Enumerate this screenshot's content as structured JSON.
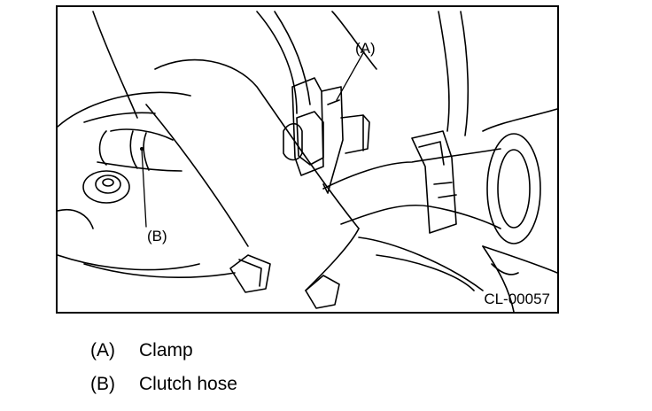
{
  "figure": {
    "callouts": {
      "a": "(A)",
      "b": "(B)"
    },
    "figure_code": "CL-00057"
  },
  "legend": [
    {
      "key": "(A)",
      "label": "Clamp"
    },
    {
      "key": "(B)",
      "label": "Clutch hose"
    }
  ]
}
